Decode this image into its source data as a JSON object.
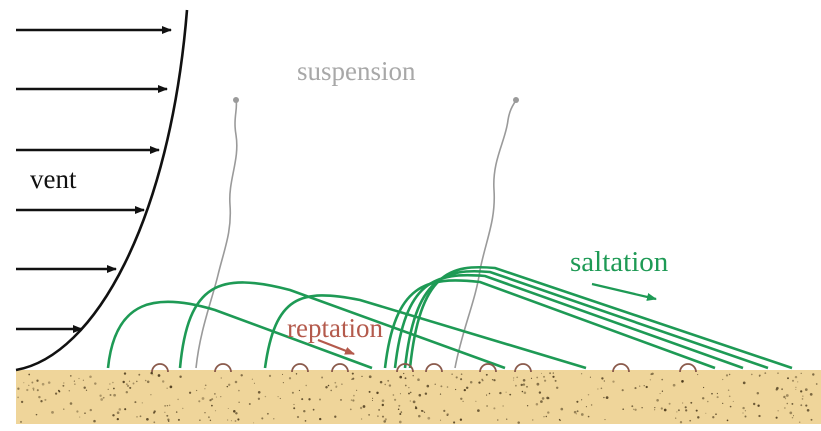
{
  "labels": {
    "wind": "vent",
    "suspension": "suspension",
    "saltation": "saltation",
    "reptation": "reptation"
  },
  "colors": {
    "wind": "#111111",
    "suspension": "#a8a8a8",
    "saltation": "#1e9a55",
    "reptation": "#b45a4c",
    "ground": "#efd59a",
    "ground_speckle": "#3a2a10"
  }
}
